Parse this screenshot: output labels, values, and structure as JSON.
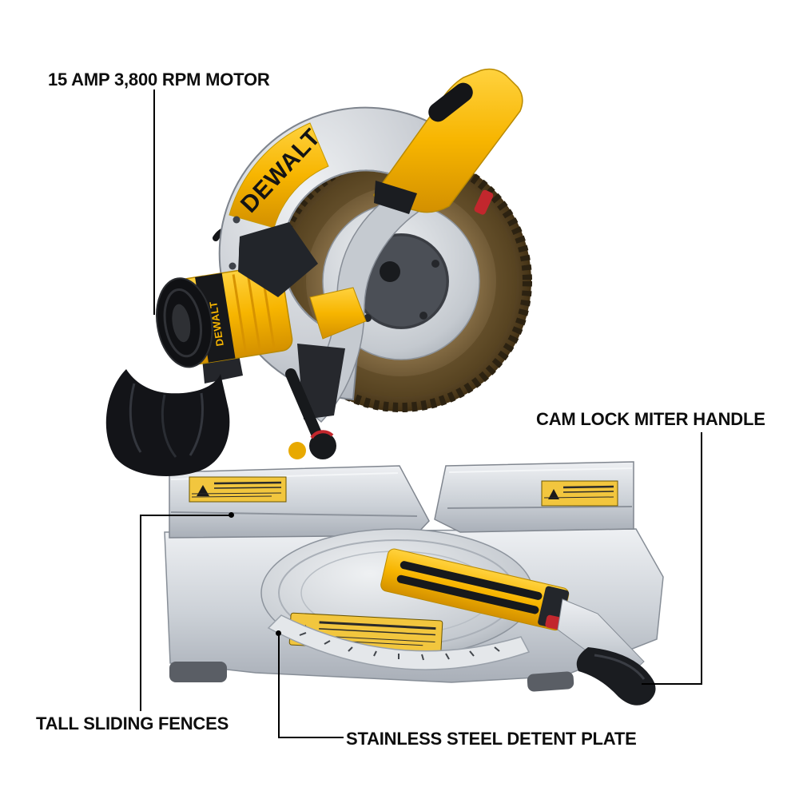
{
  "figure": {
    "brand": "DEWALT"
  },
  "callouts": {
    "motor": {
      "label": "15 AMP 3,800 RPM MOTOR"
    },
    "miter_handle": {
      "label": "CAM LOCK MITER HANDLE"
    },
    "fences": {
      "label": "TALL SLIDING FENCES"
    },
    "detent_plate": {
      "label": "STAINLESS STEEL DETENT PLATE"
    }
  },
  "colors": {
    "background": "#ffffff",
    "brand_yellow": "#f7b500",
    "accent_red": "#c2272d",
    "leader_line": "#000000",
    "label_text": "#0e0e0e"
  }
}
